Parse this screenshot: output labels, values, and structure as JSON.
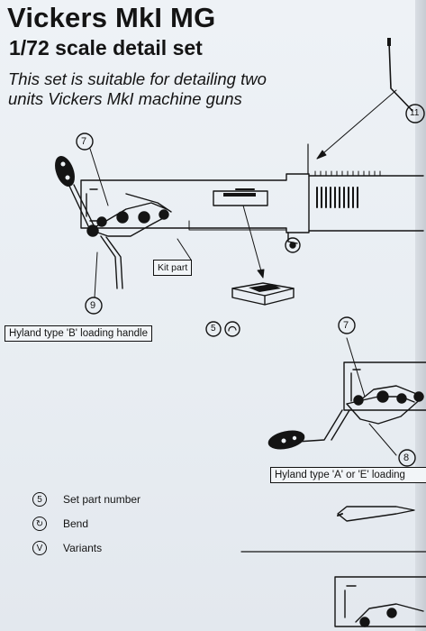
{
  "header": {
    "title": "Vickers MkI MG",
    "subtitle": "1/72 scale detail set",
    "note": "This set is suitable for detailing two units Vickers MkI machine guns"
  },
  "callouts": {
    "c7_top": "7",
    "c9": "9",
    "c11": "11",
    "c5": "5",
    "c7_lower": "7",
    "c8": "8"
  },
  "labels": {
    "kit_part": "Kit part",
    "hyland_b": "Hyland type 'B' loading handle",
    "hyland_ae": "Hyland type 'A' or 'E' loading"
  },
  "legend": {
    "items": [
      {
        "mark": "5",
        "text": "Set part number"
      },
      {
        "mark": "↻",
        "text": "Bend"
      },
      {
        "mark": "V",
        "text": "Variants"
      }
    ]
  },
  "colors": {
    "ink": "#141414",
    "paper": "#e9eef3"
  }
}
